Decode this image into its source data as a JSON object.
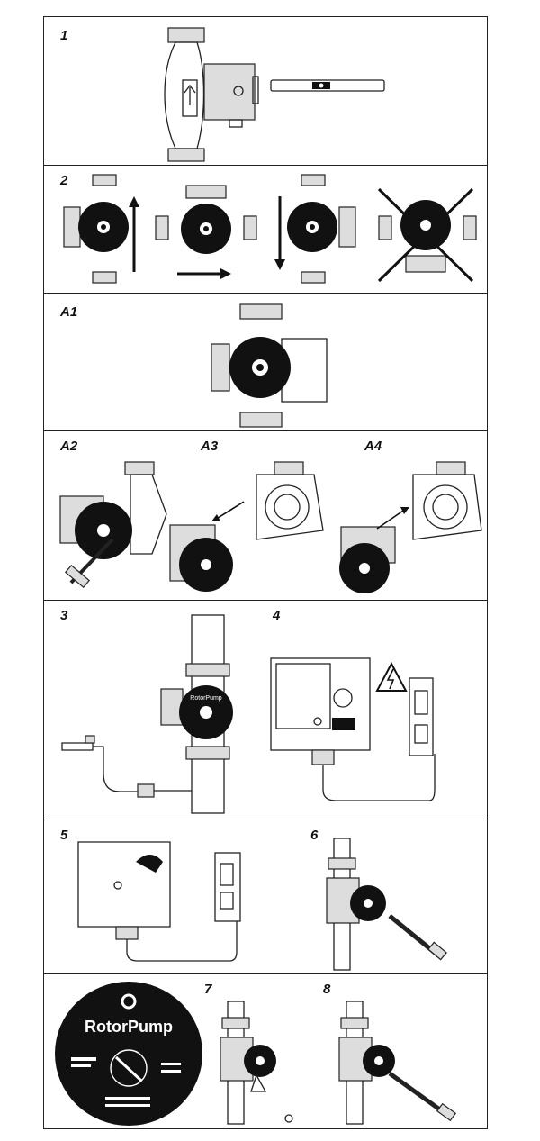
{
  "panels": [
    {
      "label": "1"
    },
    {
      "label": "2"
    },
    {
      "label": "A1"
    },
    {
      "label": "A2"
    },
    {
      "label": "A3"
    },
    {
      "label": "A4"
    },
    {
      "label": "3"
    },
    {
      "label": "4"
    },
    {
      "label": "5"
    },
    {
      "label": "6"
    },
    {
      "label": "7"
    },
    {
      "label": "8"
    }
  ],
  "brand": {
    "name": "RotorPump",
    "logo_name": "rotorpump-logo",
    "mini_brand": "RotorPump"
  },
  "icons": {
    "warning": "high-voltage-warning-icon",
    "level": "spirit-level-icon",
    "cross": "prohibited-position-icon"
  }
}
